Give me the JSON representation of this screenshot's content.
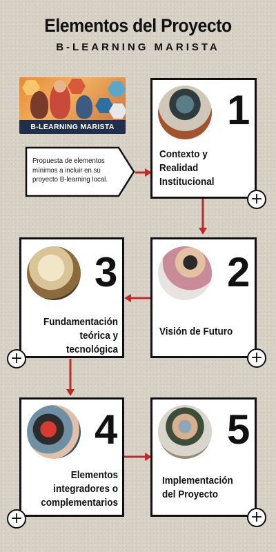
{
  "header": {
    "title": "Elementos del Proyecto",
    "subtitle": "B-LEARNING MARISTA"
  },
  "banner": {
    "label": "B-LEARNING MARISTA"
  },
  "note": {
    "text": "Propuesta de elementos mínimos a incluir en su proyecto B-learning local."
  },
  "cards": [
    {
      "number": "1",
      "label": "Contexto y Realidad Institucional",
      "photo": "desk-laptop-photo",
      "expand_icon": "plus-icon"
    },
    {
      "number": "2",
      "label": "Visión de Futuro",
      "photo": "vr-headset-photo",
      "expand_icon": "plus-icon"
    },
    {
      "number": "3",
      "label": "Fundamentación teórica y tecnológica",
      "photo": "open-book-photo",
      "expand_icon": "plus-icon"
    },
    {
      "number": "4",
      "label": "Elementos integradores o complementarios",
      "photo": "robotics-kit-photo",
      "expand_icon": "plus-icon"
    },
    {
      "number": "5",
      "label": "Implementación del Proyecto",
      "photo": "students-group-photo",
      "expand_icon": "plus-icon"
    }
  ],
  "colors": {
    "arrow": "#c0282a",
    "background": "#d8d2c6",
    "banner_strip": "#1f2f4c"
  }
}
